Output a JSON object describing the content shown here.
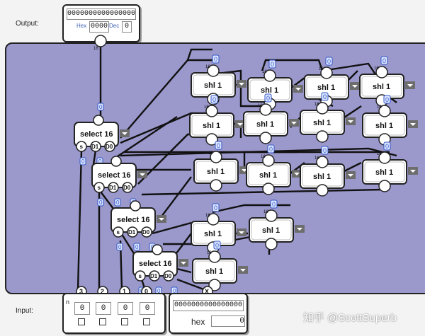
{
  "output": {
    "label": "Output:",
    "binary": "0000000000000000",
    "hex_label": "Hex",
    "hex_value": "0000",
    "dec_label": "Dec",
    "dec_value": "0"
  },
  "input": {
    "label": "Input:",
    "n_label": "n",
    "bit_labels": [
      "3",
      "2",
      "1",
      "0"
    ],
    "bit_values": [
      "0",
      "0",
      "0",
      "0"
    ],
    "binary": "0000000000000000",
    "hex_label": "hex",
    "hex_value": "0"
  },
  "selects": [
    {
      "label": "select 16",
      "s": "s",
      "d1": "D1",
      "d0": "D0"
    },
    {
      "label": "select 16",
      "s": "s",
      "d1": "D1",
      "d0": "D0"
    },
    {
      "label": "select 16",
      "s": "s",
      "d1": "D1",
      "d0": "D0"
    },
    {
      "label": "select 16",
      "s": "s",
      "d1": "D1",
      "d0": "D0"
    }
  ],
  "shift_label": "shl 1",
  "zero_badge": "0",
  "width_badge": "16",
  "x_node": "X",
  "watermark": "知乎 @ScottSuperb",
  "colors": {
    "canvas": "#9b98cc",
    "wire": "#111111",
    "badge": "#2c55c8"
  }
}
